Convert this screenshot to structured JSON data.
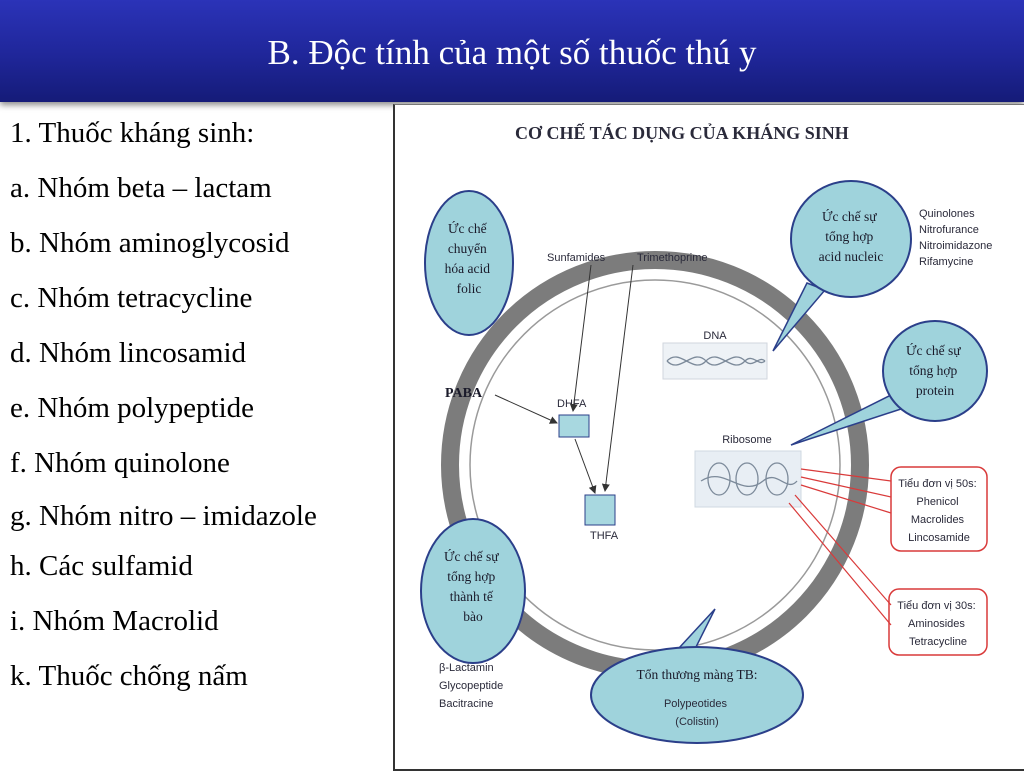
{
  "slide": {
    "title": "B. Độc tính của một số thuốc thú y"
  },
  "list": {
    "items": [
      "1. Thuốc kháng sinh:",
      "a. Nhóm beta – lactam",
      "b. Nhóm aminoglycosid",
      "c. Nhóm tetracycline",
      "d. Nhóm lincosamid",
      "e. Nhóm polypeptide",
      "f. Nhóm quinolone",
      "g. Nhóm nitro – imidazole",
      "h. Các sulfamid",
      "i. Nhóm Macrolid",
      "k. Thuốc chống nấm"
    ]
  },
  "figure": {
    "title": "CƠ CHẾ TÁC DỤNG CỦA KHÁNG SINH",
    "folic_bubble": [
      "Ức chế",
      "chuyển",
      "hóa acid",
      "folic"
    ],
    "nucleic_bubble": [
      "Ức chế sự",
      "tổng hợp",
      "acid nucleic"
    ],
    "nucleic_drugs": [
      "Quinolones",
      "Nitrofurance",
      "Nitroimidazone",
      "Rifamycine"
    ],
    "protein_bubble": [
      "Ức chế sự",
      "tổng hợp",
      "protein"
    ],
    "cellwall_bubble": [
      "Ức chế sự",
      "tổng hợp",
      "thành tế",
      "bào"
    ],
    "cellwall_drugs": [
      "β-Lactamin",
      "Glycopeptide",
      "Bacitracine"
    ],
    "membrane_bubble": {
      "title": "Tổn thương màng TB:",
      "lines": [
        "Polypeotides",
        "(Colistin)"
      ]
    },
    "sub50s": [
      "Tiểu đơn vị 50s:",
      "Phenicol",
      "Macrolides",
      "Lincosamide"
    ],
    "sub30s": [
      "Tiểu đơn vị 30s:",
      "Aminosides",
      "Tetracycline"
    ],
    "labels": {
      "sunfamides": "Sunfamides",
      "trimethoprime": "Trimethoprime",
      "dna": "DNA",
      "paba": "PABA",
      "dhfa": "DHFA",
      "thfa": "THFA",
      "ribosome": "Ribosome"
    },
    "colors": {
      "bubble_fill": "#9fd3dc",
      "bubble_stroke": "#2b3f8a",
      "cell_wall": "#7c7c7c",
      "red_box": "#d93a3a"
    }
  }
}
